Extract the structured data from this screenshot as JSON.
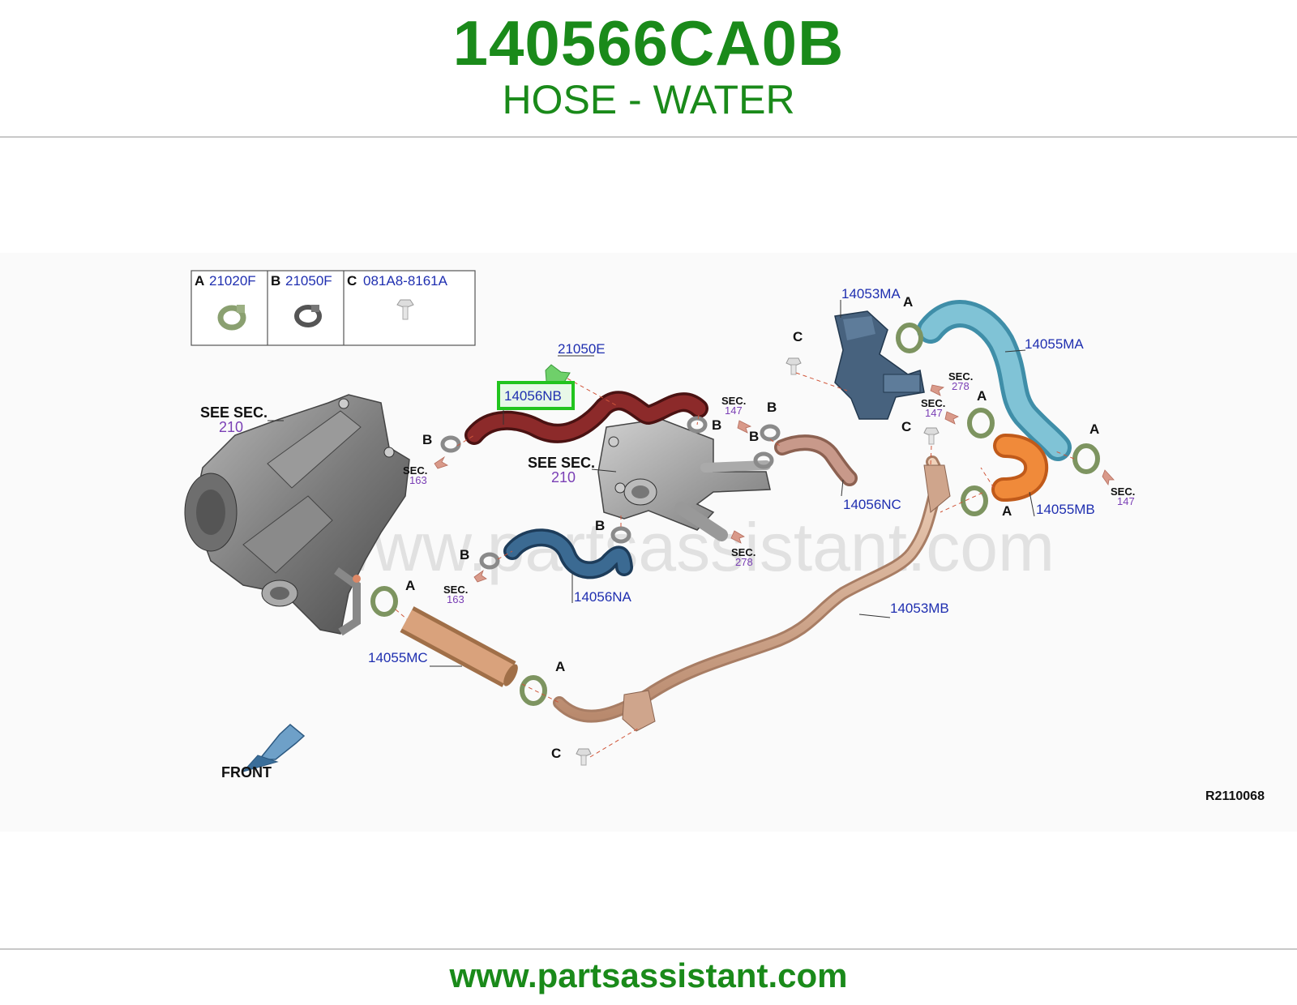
{
  "header": {
    "part_number": "140566CA0B",
    "description": "HOSE - WATER"
  },
  "footer": {
    "url": "www.partsassistant.com"
  },
  "watermark": "www.partsassistant.com",
  "legend": [
    {
      "letter": "A",
      "part": "21020F",
      "icon": "hose-clamp-icon"
    },
    {
      "letter": "B",
      "part": "21050F",
      "icon": "spring-clip-icon"
    },
    {
      "letter": "C",
      "part": "081A8-8161A",
      "icon": "bolt-icon"
    }
  ],
  "callouts": {
    "p21050E": "21050E",
    "p14056NB": "14056NB",
    "p14053MA": "14053MA",
    "p14055MA": "14055MA",
    "p14056NC": "14056NC",
    "p14055MB": "14055MB",
    "p14056NA": "14056NA",
    "p14053MB": "14053MB",
    "p14055MC": "14055MC"
  },
  "see_sec": {
    "text": "SEE SEC.",
    "left_num": "210",
    "center_num": "210"
  },
  "sec": {
    "text": "SEC.",
    "n163a": "163",
    "n163b": "163",
    "n147a": "147",
    "n278a": "278",
    "n147b": "147",
    "n278b": "278",
    "n147c": "147"
  },
  "letters": {
    "A": "A",
    "B": "B",
    "C": "C"
  },
  "highlight_color": "#22c41e",
  "front_label": "FRONT",
  "diagram_ref": "R2110068"
}
